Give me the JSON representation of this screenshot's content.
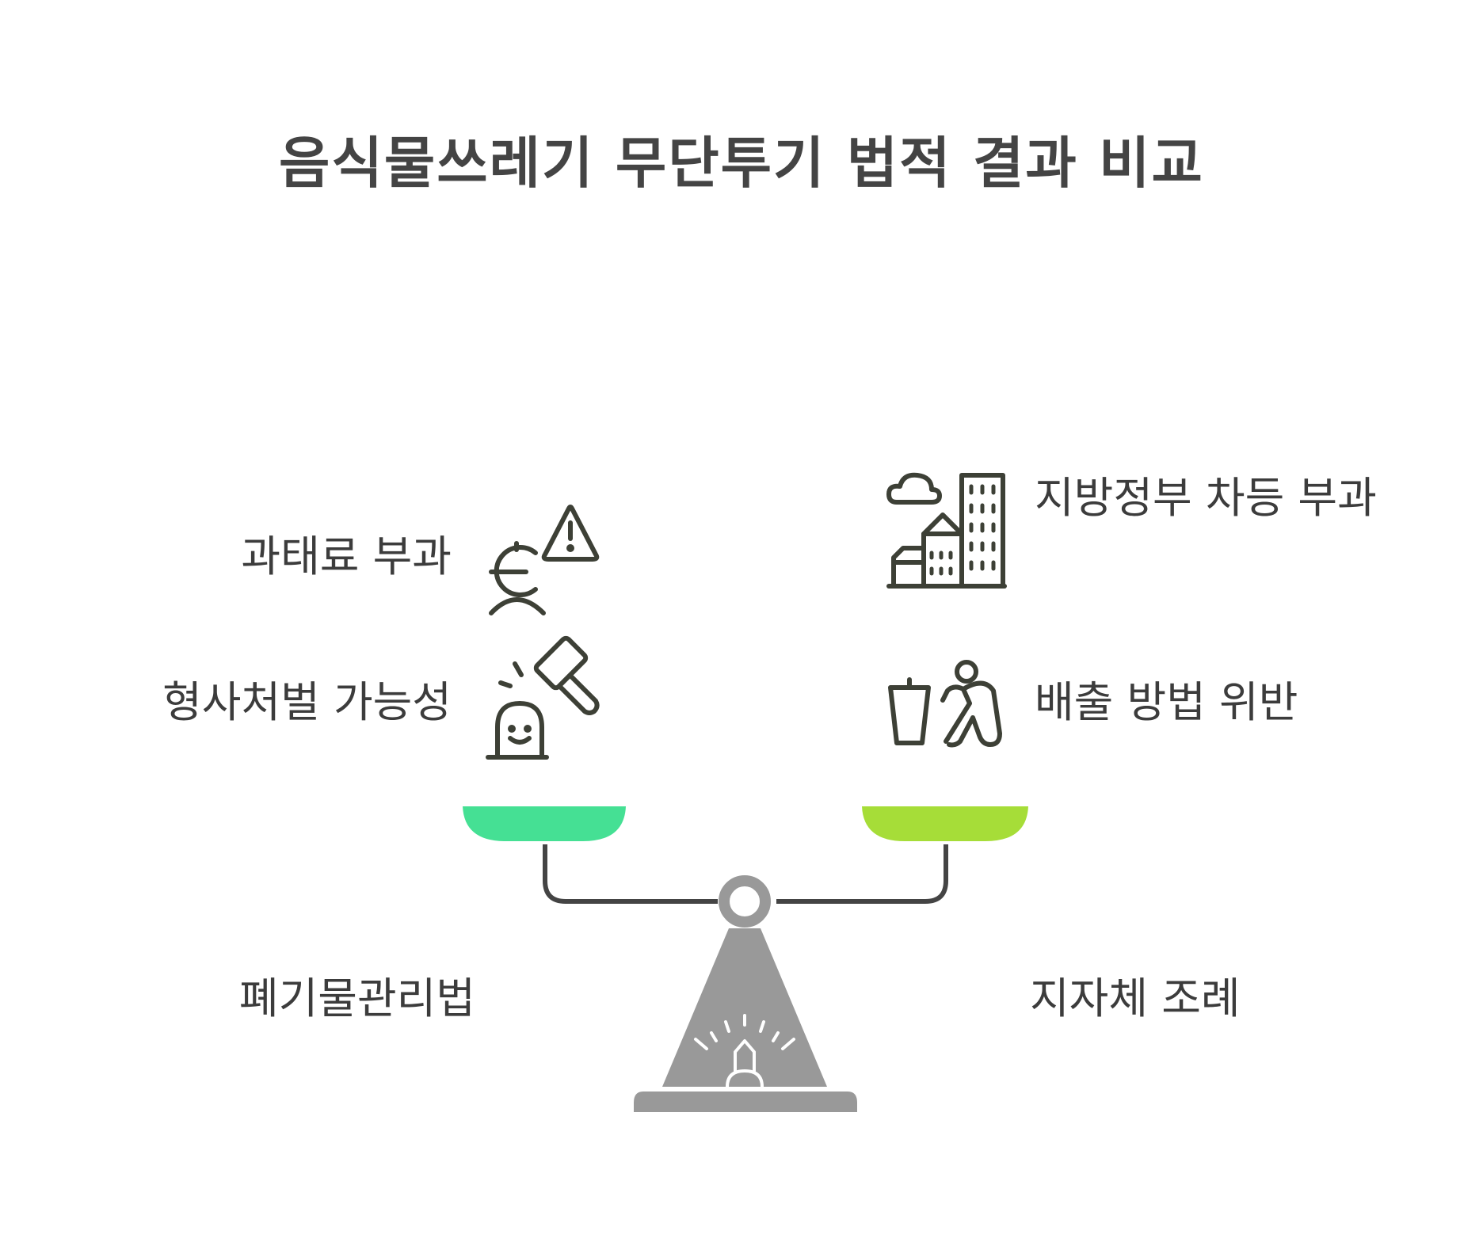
{
  "title": "음식물쓰레기 무단투기 법적 결과 비교",
  "left": {
    "items": [
      {
        "label": "과태료 부과",
        "icon": "fine-warning-icon"
      },
      {
        "label": "형사처벌 가능성",
        "icon": "gavel-judge-icon"
      }
    ],
    "category": "폐기물관리법",
    "pan_color": "#45e094"
  },
  "right": {
    "items": [
      {
        "label": "지방정부 차등 부과",
        "icon": "city-buildings-icon"
      },
      {
        "label": "배출 방법 위반",
        "icon": "trash-disposal-icon"
      }
    ],
    "category": "지자체 조례",
    "pan_color": "#a6dd38"
  },
  "colors": {
    "stand": "#999999",
    "line": "#444444",
    "icon": "#3d4036"
  }
}
